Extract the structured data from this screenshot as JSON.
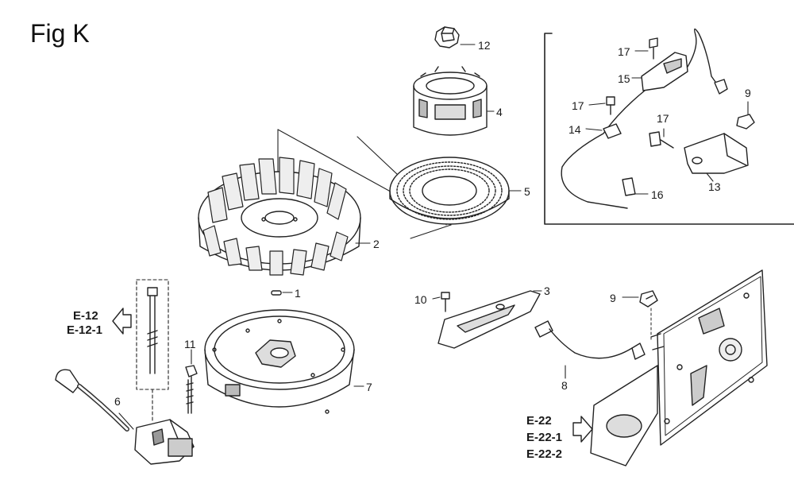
{
  "figure": {
    "title": "Fig K"
  },
  "callouts": [
    {
      "id": "c12",
      "text": "12"
    },
    {
      "id": "c4",
      "text": "4"
    },
    {
      "id": "c5",
      "text": "5"
    },
    {
      "id": "c2",
      "text": "2"
    },
    {
      "id": "c1",
      "text": "1"
    },
    {
      "id": "c7",
      "text": "7"
    },
    {
      "id": "c11",
      "text": "11"
    },
    {
      "id": "c6",
      "text": "6"
    },
    {
      "id": "c10",
      "text": "10"
    },
    {
      "id": "c3",
      "text": "3"
    },
    {
      "id": "c8",
      "text": "8"
    },
    {
      "id": "c9b",
      "text": "9"
    },
    {
      "id": "c17a",
      "text": "17"
    },
    {
      "id": "c15",
      "text": "15"
    },
    {
      "id": "c17b",
      "text": "17"
    },
    {
      "id": "c14",
      "text": "14"
    },
    {
      "id": "c17c",
      "text": "17"
    },
    {
      "id": "c9a",
      "text": "9"
    },
    {
      "id": "c13",
      "text": "13"
    },
    {
      "id": "c16",
      "text": "16"
    }
  ],
  "references": {
    "left": [
      "E-12",
      "E-12-1"
    ],
    "right": [
      "E-22",
      "E-22-1",
      "E-22-2"
    ]
  }
}
